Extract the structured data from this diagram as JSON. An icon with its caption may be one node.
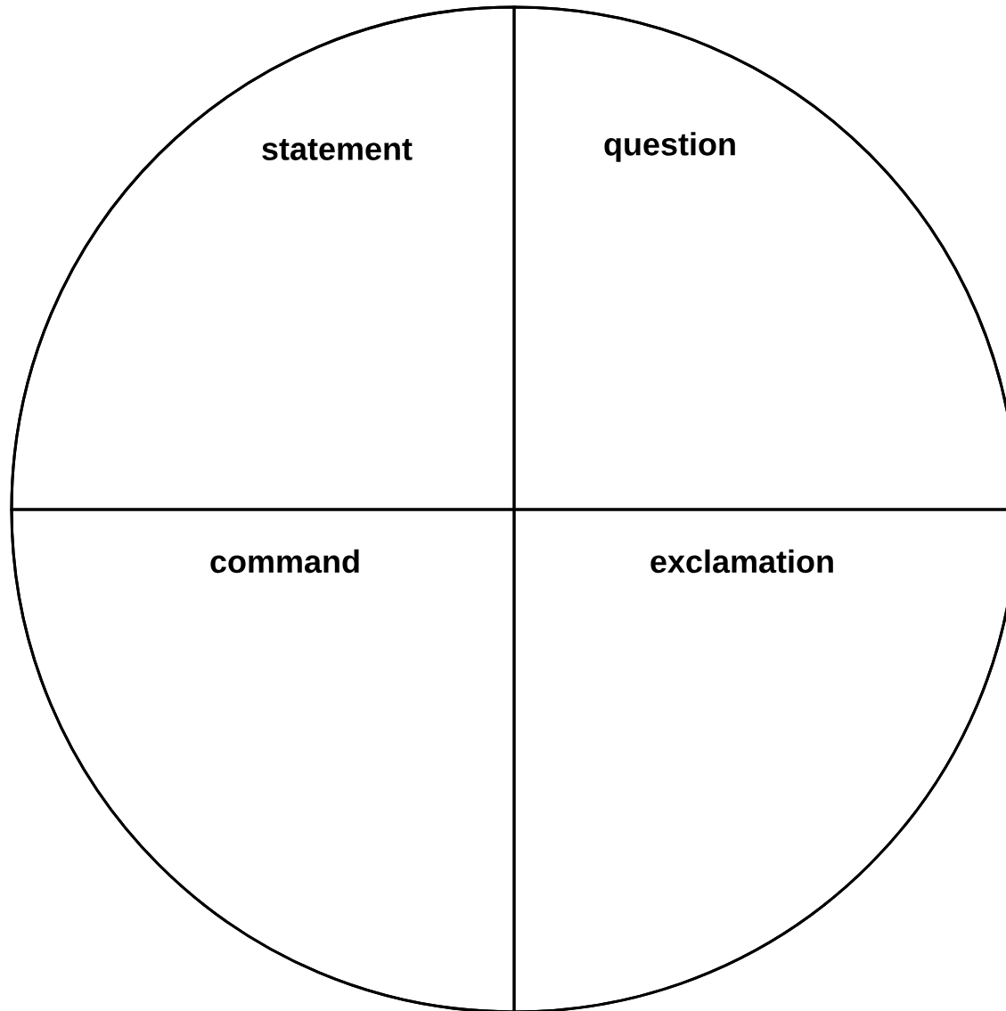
{
  "diagram": {
    "nodes": [
      {
        "text": [],
        "shape": "circle"
      },
      {
        "text": [
          "statement"
        ],
        "in": 0
      },
      {
        "text": [
          "question"
        ],
        "in": 0
      },
      {
        "text": [
          "command"
        ],
        "in": 0
      },
      {
        "text": [
          "exclamation"
        ],
        "in": 0
      }
    ]
  }
}
